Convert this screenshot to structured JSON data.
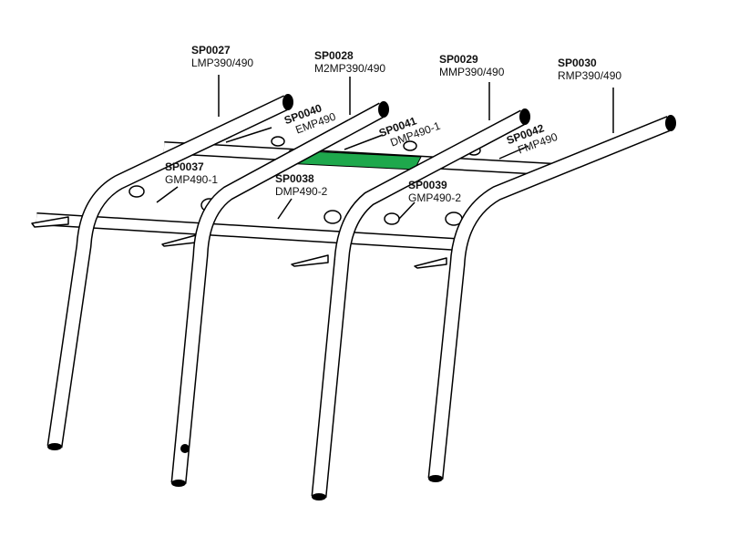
{
  "parts": [
    {
      "code": "SP0027",
      "name": "LMP390/490"
    },
    {
      "code": "SP0028",
      "name": "M2MP390/490"
    },
    {
      "code": "SP0029",
      "name": "MMP390/490"
    },
    {
      "code": "SP0030",
      "name": "RMP390/490"
    },
    {
      "code": "SP0040",
      "name": "EMP490"
    },
    {
      "code": "SP0041",
      "name": "DMP490-1"
    },
    {
      "code": "SP0042",
      "name": "FMP490"
    },
    {
      "code": "SP0037",
      "name": "GMP490-1"
    },
    {
      "code": "SP0038",
      "name": "DMP490-2"
    },
    {
      "code": "SP0039",
      "name": "GMP490-2"
    }
  ],
  "highlight_color": "#1ea84c",
  "highlighted_part": "SP0041"
}
